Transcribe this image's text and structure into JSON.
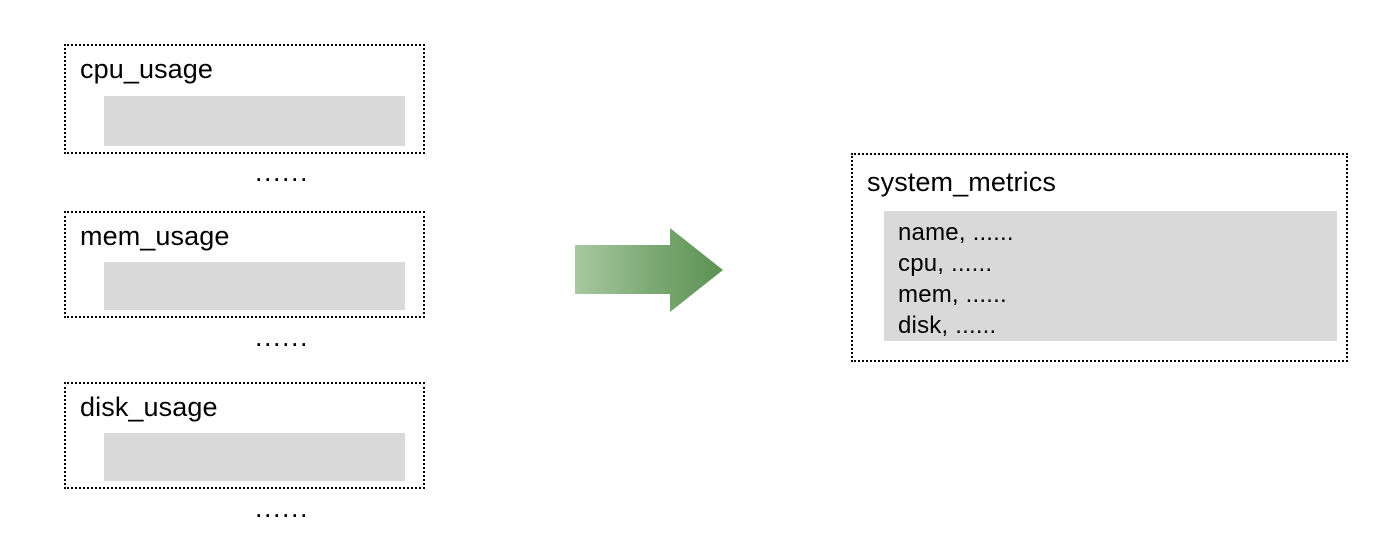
{
  "diagram": {
    "type": "data-consolidation-flow",
    "background_color": "#ffffff",
    "accent_color": "#63985b",
    "panel_fill_color": "#d9d9d9",
    "border_color": "#000000",
    "sources": [
      {
        "id": "cpu_usage",
        "title": "cpu_usage",
        "body_text": "......"
      },
      {
        "id": "mem_usage",
        "title": "mem_usage",
        "body_text": "......"
      },
      {
        "id": "disk_usage",
        "title": "disk_usage",
        "body_text": "......"
      }
    ],
    "arrow": {
      "name": "merge-arrow",
      "direction": "right",
      "gradient_start": "#a5c69e",
      "gradient_end": "#5f9456"
    },
    "target": {
      "id": "system_metrics",
      "title": "system_metrics",
      "fields": [
        "name, ......",
        "cpu, ......",
        "mem, ......",
        "disk, ......"
      ]
    }
  }
}
